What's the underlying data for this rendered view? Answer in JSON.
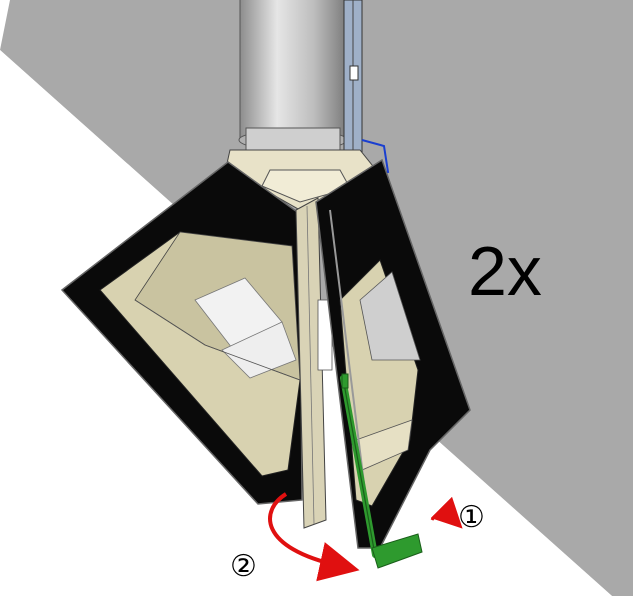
{
  "diagram": {
    "repeat_label": "2x",
    "steps": [
      {
        "label": "①"
      },
      {
        "label": "②"
      }
    ],
    "colors": {
      "wall": "#a9a9a9",
      "floor": "#ffffff",
      "frame": "#0a0a0a",
      "firebox_lining": "#d8d2b0",
      "flue_pipe": "#c9c9c9",
      "tool": "#2e9a2e",
      "arrow": "#e01010"
    }
  }
}
